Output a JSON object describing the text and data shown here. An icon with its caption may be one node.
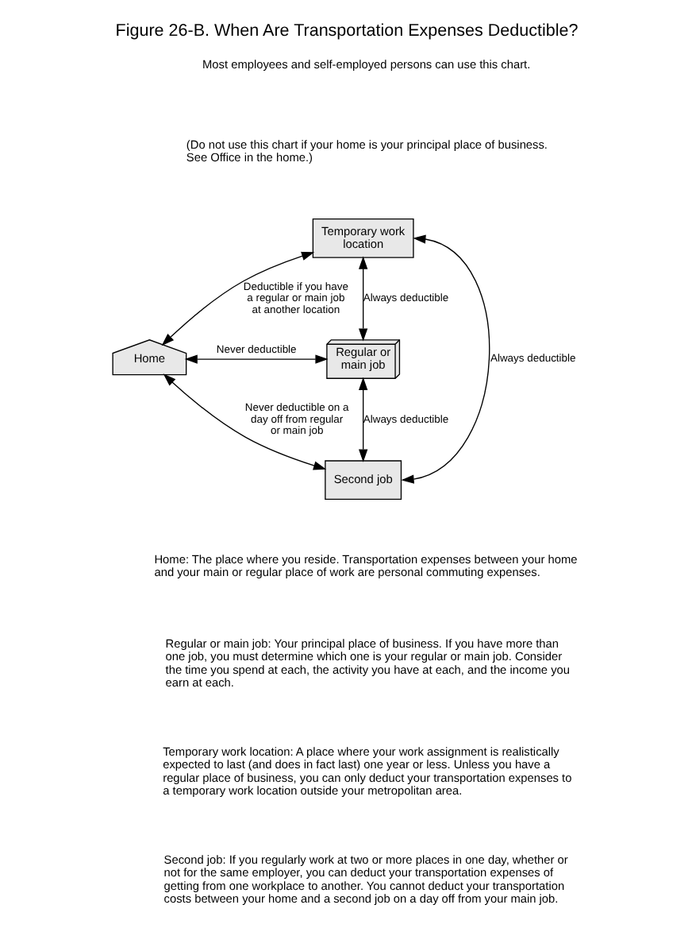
{
  "diagram": {
    "title": "Figure 26-B. When Are Transportation Expenses Deductible?",
    "nodes": [
      {
        "text": [
          "Temporary work location"
        ]
      },
      {
        "text": [
          "Home"
        ]
      },
      {
        "text": [
          "Regular or main job"
        ]
      },
      {
        "text": [
          "Second job"
        ]
      }
    ],
    "edges": [
      {
        "from": 1,
        "to": 0,
        "arrow": "both",
        "label": "Deductible if you have a regular or main job at another location"
      },
      {
        "from": 0,
        "to": 2,
        "arrow": "both",
        "label": "Always deductible"
      },
      {
        "from": 0,
        "to": 3,
        "arrow": "both",
        "label": "Always deductible"
      },
      {
        "from": 1,
        "to": 2,
        "arrow": "both",
        "label": "Never deductible"
      },
      {
        "from": 2,
        "to": 3,
        "arrow": "both",
        "label": "Always deductible"
      },
      {
        "from": 1,
        "to": 3,
        "arrow": "both",
        "label": "Never deductible on a day off from regular or main job"
      }
    ],
    "labels": [
      "Most employees and self-employed persons can use this chart.",
      "(Do not use this chart if your home is your principal place of business. See Office in the home.)",
      "Home: The place where you reside. Transportation expenses between your home and your main or regular place of work are personal commuting expenses.",
      "Regular or main job: Your principal place of business. If you have more than one job, you must determine which one is your regular or main job. Consider the time you spend at each, the activity you have at each, and the income you earn at each.",
      "Temporary work location: A place where your work assignment is realistically expected to last (and does in fact last) one year or less. Unless you have a regular place of business, you can only deduct your transportation expenses to a temporary work location outside your metropolitan area.",
      "Second job: If you regularly work at two or more places in one day, whether or not for the same employer, you can deduct your transportation expenses of getting from one workplace to another. You cannot deduct your transportation costs between your home and a second job on a day off from your main job."
    ]
  }
}
